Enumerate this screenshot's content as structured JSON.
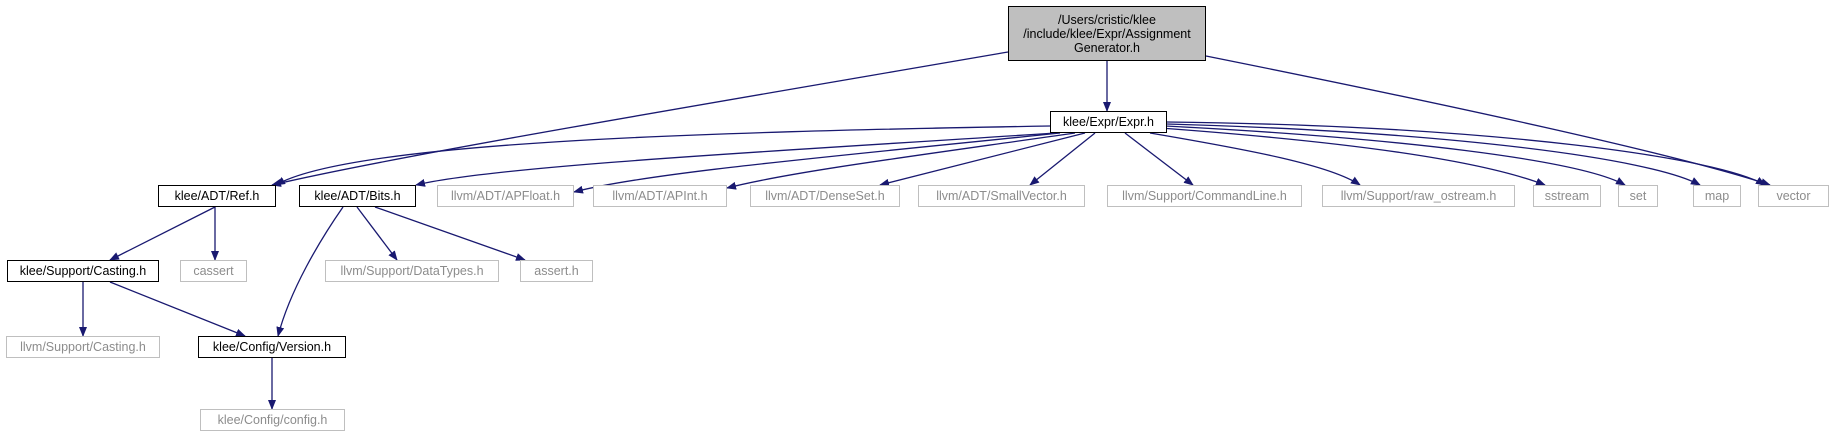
{
  "root": {
    "lines": [
      "/Users/cristic/klee",
      "/include/klee/Expr/Assignment",
      "Generator.h"
    ]
  },
  "nodes": {
    "expr": "klee/Expr/Expr.h",
    "ref": "klee/ADT/Ref.h",
    "bits": "klee/ADT/Bits.h",
    "apfloat": "llvm/ADT/APFloat.h",
    "apint": "llvm/ADT/APInt.h",
    "denseset": "llvm/ADT/DenseSet.h",
    "smallvector": "llvm/ADT/SmallVector.h",
    "commandline": "llvm/Support/CommandLine.h",
    "raw_ostream": "llvm/Support/raw_ostream.h",
    "sstream": "sstream",
    "set": "set",
    "map": "map",
    "vector": "vector",
    "casting_klee": "klee/Support/Casting.h",
    "cassert": "cassert",
    "datatypes": "llvm/Support/DataTypes.h",
    "assert": "assert.h",
    "casting_llvm": "llvm/Support/Casting.h",
    "version": "klee/Config/Version.h",
    "config": "klee/Config/config.h"
  },
  "colors": {
    "edge": "#191970",
    "root_fill": "#bfbfbf",
    "local_border": "#000000",
    "external_border": "#bfbfbf",
    "external_text": "#8c8c8c"
  }
}
